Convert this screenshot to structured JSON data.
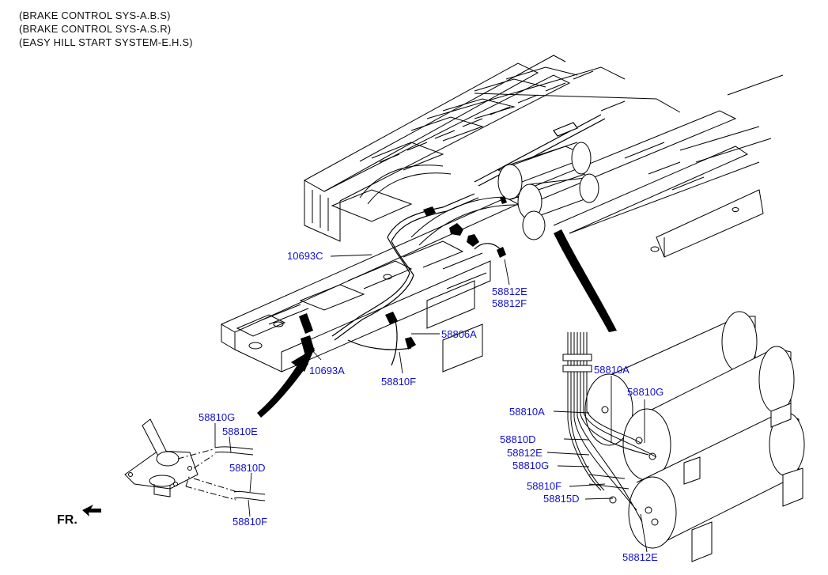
{
  "header": {
    "lines": [
      "(BRAKE CONTROL SYS-A.B.S)",
      "(BRAKE CONTROL SYS-A.S.R)",
      "(EASY HILL START SYSTEM-E.H.S)"
    ]
  },
  "callouts": {
    "c_10693C": "10693C",
    "c_10693A": "10693A",
    "c_58806A": "58806A",
    "c_58810F_main": "58810F",
    "c_58812E_main": "58812E",
    "c_58812F_main": "58812F",
    "c_58810A_top": "58810A",
    "c_58810G_top": "58810G",
    "c_58810A_left": "58810A",
    "c_58810D_right": "58810D",
    "c_58812E_right": "58812E",
    "c_58810G_right": "58810G",
    "c_58810F_right": "58810F",
    "c_58815D": "58815D",
    "c_58812E_bottom": "58812E",
    "c_58810G_left": "58810G",
    "c_58810E_left": "58810E",
    "c_58810D_left": "58810D",
    "c_58810F_left": "58810F"
  },
  "direction_label": "FR.",
  "colors": {
    "callout": "#1010cc",
    "line": "#000000",
    "background": "#ffffff"
  }
}
